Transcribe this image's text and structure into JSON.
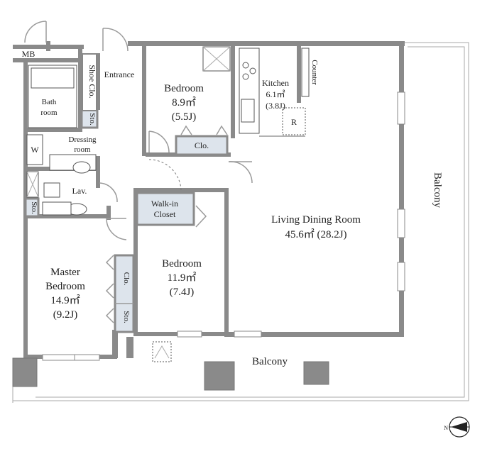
{
  "labels": {
    "mb": "MB",
    "entrance": "Entrance",
    "shoe_clo": "Shoe Clo.",
    "sto": "Sto.",
    "bath": "Bath",
    "room": "room",
    "dressing": "Dressing",
    "w": "W",
    "lav": "Lav.",
    "bed1_name": "Bedroom",
    "bed1_area": "8.9㎡",
    "bed1_j": "(5.5J)",
    "clo": "Clo.",
    "kitchen": "Kitchen",
    "kitchen_area": "6.1㎡",
    "kitchen_j": "(3.8J)",
    "r": "R",
    "counter": "Counter",
    "walkin_1": "Walk-in",
    "walkin_2": "Closet",
    "bed2_name": "Bedroom",
    "bed2_area": "11.9㎡",
    "bed2_j": "(7.4J)",
    "master_1": "Master",
    "master_2": "Bedroom",
    "master_area": "14.9㎡",
    "master_j": "(9.2J)",
    "ldk_name": "Living Dining Room",
    "ldk_area": "45.6㎡ (28.2J)",
    "balcony_right": "Balcony",
    "balcony_bottom": "Balcony",
    "north": "N"
  }
}
